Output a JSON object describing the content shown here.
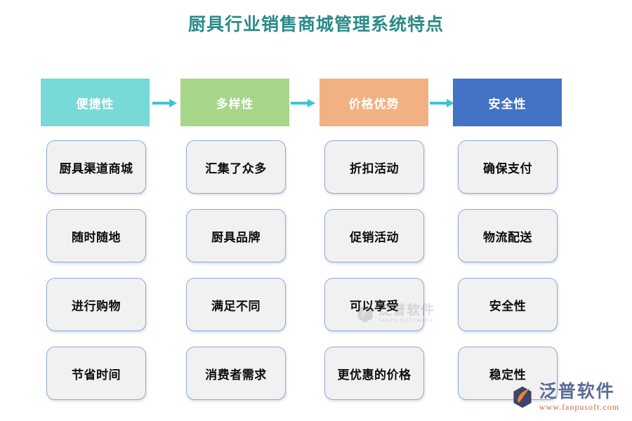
{
  "page": {
    "title": "厨具行业销售商城管理系统特点",
    "title_color": "#2b8a8a",
    "background": "#ffffff"
  },
  "flow": {
    "arrow_color": "#3fc3d8",
    "arrow_icon": "arrow-right-icon",
    "columns": [
      {
        "header": "便捷性",
        "header_color": "#77dad6",
        "cards": [
          "厨具渠道商城",
          "随时随地",
          "进行购物",
          "节省时间"
        ]
      },
      {
        "header": "多样性",
        "header_color": "#a7d58a",
        "cards": [
          "汇集了众多",
          "厨具品牌",
          "满足不同",
          "消费者需求"
        ]
      },
      {
        "header": "价格优势",
        "header_color": "#f2b183",
        "cards": [
          "折扣活动",
          "促销活动",
          "可以享受",
          "更优惠的价格"
        ]
      },
      {
        "header": "安全性",
        "header_color": "#4472c4",
        "cards": [
          "确保支付",
          "物流配送",
          "安全性",
          "稳定性"
        ]
      }
    ]
  },
  "card_style": {
    "fill": "#f1f1f1",
    "border": "#8faadc"
  },
  "watermark": {
    "brand_cn": "泛普软件",
    "brand_en": "FANPU SOFTWARE"
  },
  "logo": {
    "brand_cn": "泛普软件",
    "url": "www.fanpusoft.com",
    "mark_icon": "fanpu-hexagon-logo-icon"
  }
}
